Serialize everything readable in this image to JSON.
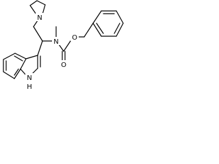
{
  "atoms": {
    "pyrrolidine_n": "N",
    "carbamate_n": "N",
    "carbonyl_o": "O",
    "ester_o": "O",
    "indole_nh_n": "N",
    "indole_nh_h": "H"
  }
}
